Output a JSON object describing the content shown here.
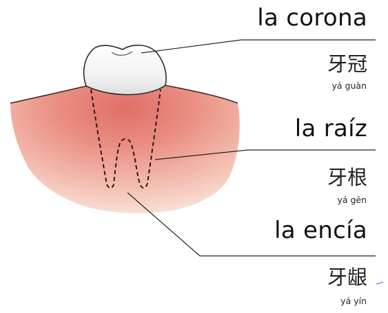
{
  "labels": {
    "crown": {
      "spanish": "la corona",
      "chinese": "牙冠",
      "pinyin": "yá guàn"
    },
    "root": {
      "spanish": "la raíz",
      "chinese": "牙根",
      "pinyin": "yá gēn"
    },
    "gum": {
      "spanish": "la encía",
      "chinese": "牙龈",
      "pinyin": "yá yín"
    }
  },
  "colors": {
    "gum": "#e8877c",
    "gum_light": "#f6d3c8",
    "tooth": "#f4f4f4",
    "outline": "#222222"
  }
}
